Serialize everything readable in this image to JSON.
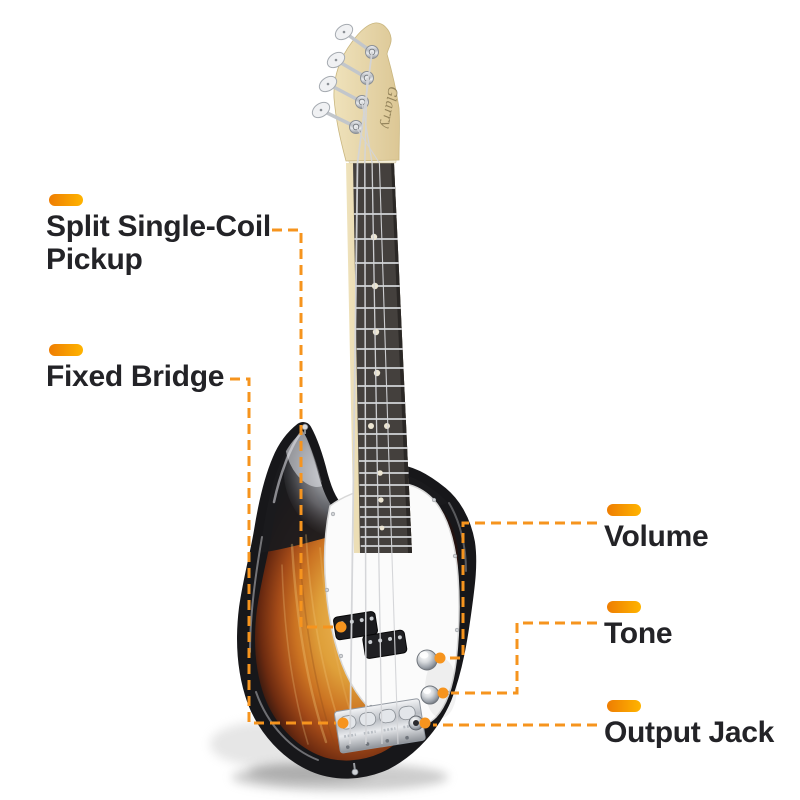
{
  "page": {
    "background_color": "#ffffff",
    "accent_color": "#f6941e",
    "label_text_color": "#232327",
    "pill_gradient": [
      "#ee7d02",
      "#ffb400"
    ]
  },
  "product": {
    "kind": "electric bass guitar, P-style, sunburst finish",
    "brand_logo_text": "Glarry"
  },
  "callouts": [
    {
      "id": "split-pickup",
      "label": "Split Single-Coil Pickup"
    },
    {
      "id": "fixed-bridge",
      "label": "Fixed Bridge"
    },
    {
      "id": "volume",
      "label": "Volume"
    },
    {
      "id": "tone",
      "label": "Tone"
    },
    {
      "id": "output-jack",
      "label": "Output Jack"
    }
  ],
  "colors": {
    "body_burst_center": "#eeb95c",
    "body_burst_mid": "#cb7322",
    "body_burst_red": "#a34a18",
    "body_rim_black": "#17171a",
    "pickguard": "#fbfbfb",
    "headstock_wood": "#e9dcb2",
    "fretboard": "#44403d",
    "chrome": "#d7dade"
  }
}
